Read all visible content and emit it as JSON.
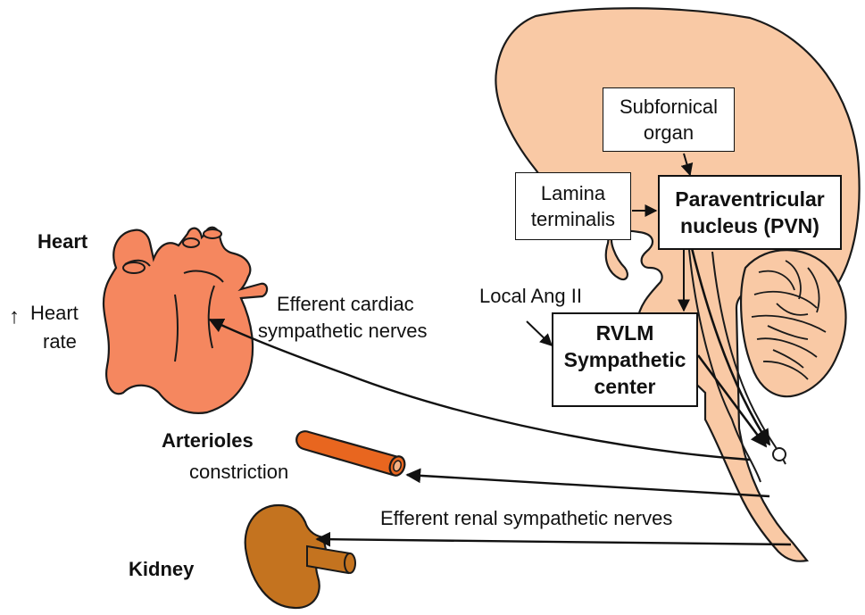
{
  "labels": {
    "heart": "Heart",
    "heart_rate_arrow": "↑",
    "heart_rate_line1": "Heart",
    "heart_rate_line2": "rate",
    "cardiac_nerves_line1": "Efferent cardiac",
    "cardiac_nerves_line2": "sympathetic nerves",
    "arterioles": "Arterioles",
    "constriction": "constriction",
    "renal_nerves": "Efferent renal sympathetic nerves",
    "kidney": "Kidney",
    "local_ang": "Local Ang II"
  },
  "boxes": {
    "subfornical_line1": "Subfornical",
    "subfornical_line2": "organ",
    "lamina_line1": "Lamina",
    "lamina_line2": "terminalis",
    "pvn_line1": "Paraventricular",
    "pvn_line2": "nucleus (PVN)",
    "rvlm_line1": "RVLM",
    "rvlm_line2": "Sympathetic",
    "rvlm_line3": "center"
  },
  "colors": {
    "brain_fill": "#f9c9a5",
    "heart_fill": "#f5875f",
    "arteriole_fill": "#e8661f",
    "kidney_fill": "#c4731f",
    "outline": "#1a1a1a"
  }
}
